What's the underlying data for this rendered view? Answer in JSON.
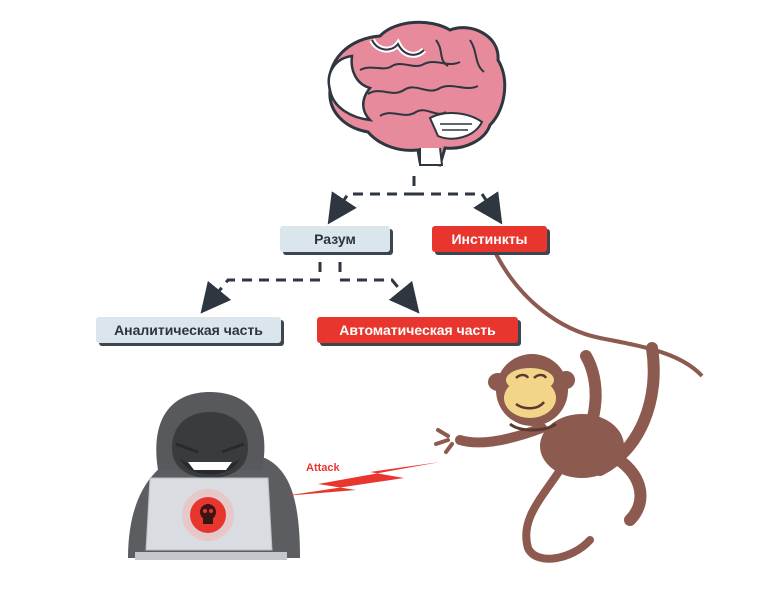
{
  "nodes": {
    "razum": "Разум",
    "instinkty": "Инстинкты",
    "analytical": "Аналитическая часть",
    "automatic": "Автоматическая часть"
  },
  "attack_label": "Attack",
  "icons": {
    "top": "brain-icon",
    "attacker": "hacker-icon",
    "laptop": "laptop-icon",
    "skull": "skull-icon",
    "lightning": "lightning-bolt-icon",
    "monkey": "monkey-icon"
  },
  "colors": {
    "brain_pink": "#e78a9b",
    "brain_dark": "#2e3640",
    "accent_red": "#e8362e",
    "label_grey": "#dbe5ec",
    "monkey_brown": "#8c5a4e"
  }
}
